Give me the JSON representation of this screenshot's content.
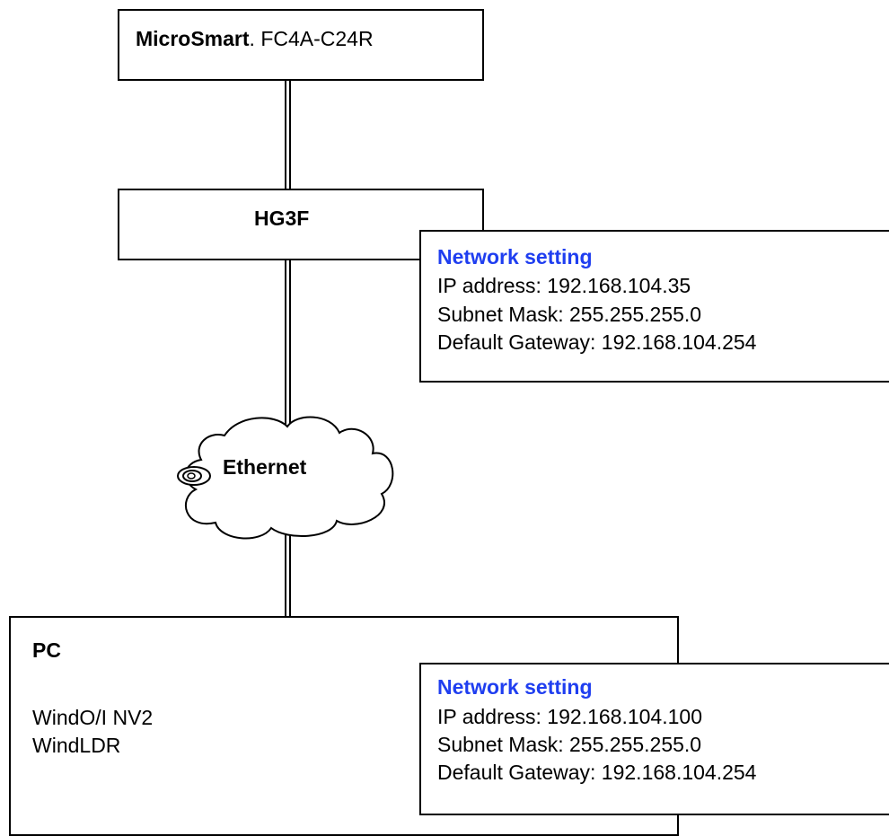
{
  "devices": {
    "plc": {
      "brand": "MicroSmart",
      "separator": ". ",
      "model": "FC4A-C24R"
    },
    "hmi": {
      "label": "HG3F"
    },
    "network": {
      "label": "Ethernet"
    },
    "pc": {
      "label": "PC",
      "software": [
        "WindO/I NV2",
        "WindLDR"
      ]
    }
  },
  "hmi_settings": {
    "title": "Network setting",
    "ip": "IP address: 192.168.104.35",
    "subnet": "Subnet Mask: 255.255.255.0",
    "gateway": "Default Gateway: 192.168.104.254"
  },
  "pc_settings": {
    "title": "Network setting",
    "ip": "IP address: 192.168.104.100",
    "subnet": "Subnet Mask: 255.255.255.0",
    "gateway": "Default Gateway: 192.168.104.254"
  },
  "colors": {
    "accent": "#1f3ef0",
    "line": "#000000"
  }
}
